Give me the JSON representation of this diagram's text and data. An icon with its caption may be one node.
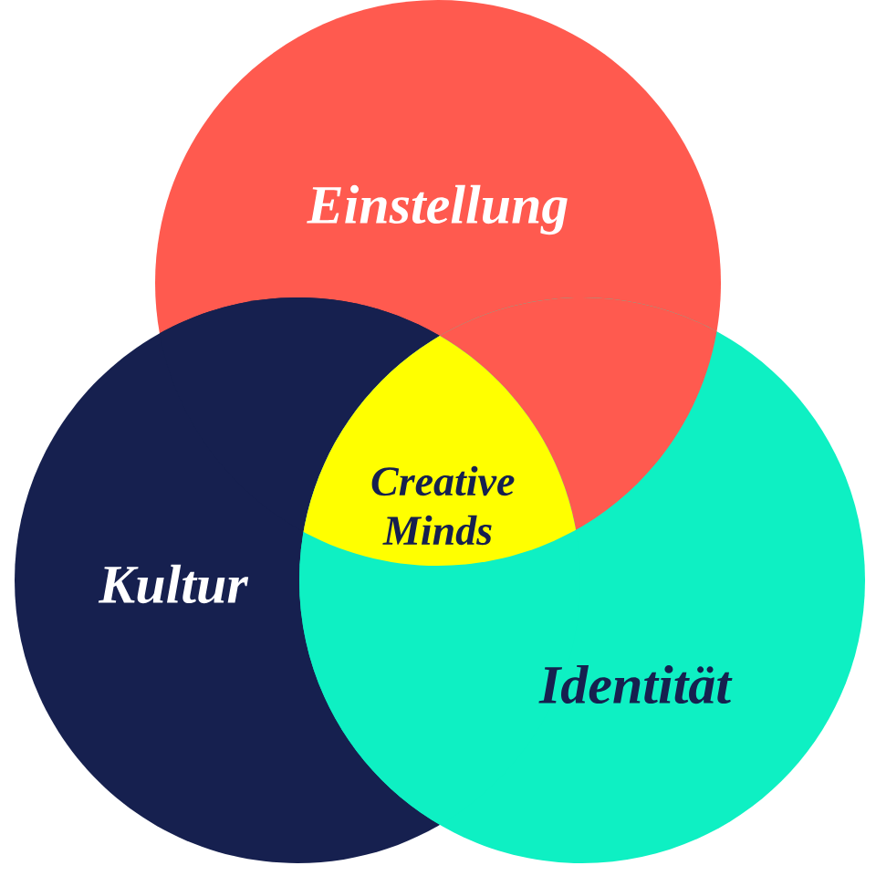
{
  "diagram": {
    "nodes": [
      {
        "text": [
          "Einstellung"
        ]
      },
      {
        "text": [
          "Kultur"
        ]
      },
      {
        "text": [
          "Identität"
        ]
      },
      {
        "text": [
          "Creative Minds"
        ]
      }
    ]
  }
}
